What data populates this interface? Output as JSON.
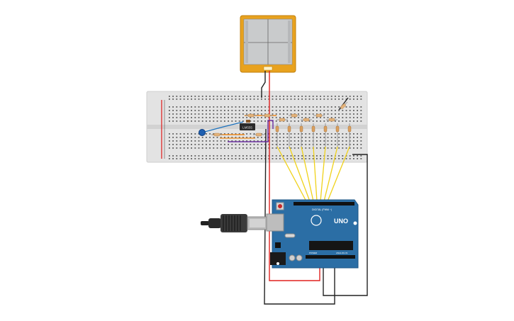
{
  "circuit": {
    "chip_label": "LM555",
    "arduino": {
      "logo": "UNO",
      "header_label": "DIGITAL (PWM ~)",
      "power_label": "POWER",
      "analog_label": "ANALOG IN"
    },
    "colors": {
      "breadboard": "#e3e3e3",
      "arduino_board": "#2b6ea5",
      "meter_body": "#e8a21e",
      "wire_yellow": "#f0d21a",
      "wire_red": "#e0211f",
      "wire_black": "#222222",
      "wire_blue": "#1e73be",
      "wire_purple": "#6b2fa0",
      "wire_orange": "#f08a1c"
    },
    "leds_count": 7,
    "resistors_count": 10
  }
}
